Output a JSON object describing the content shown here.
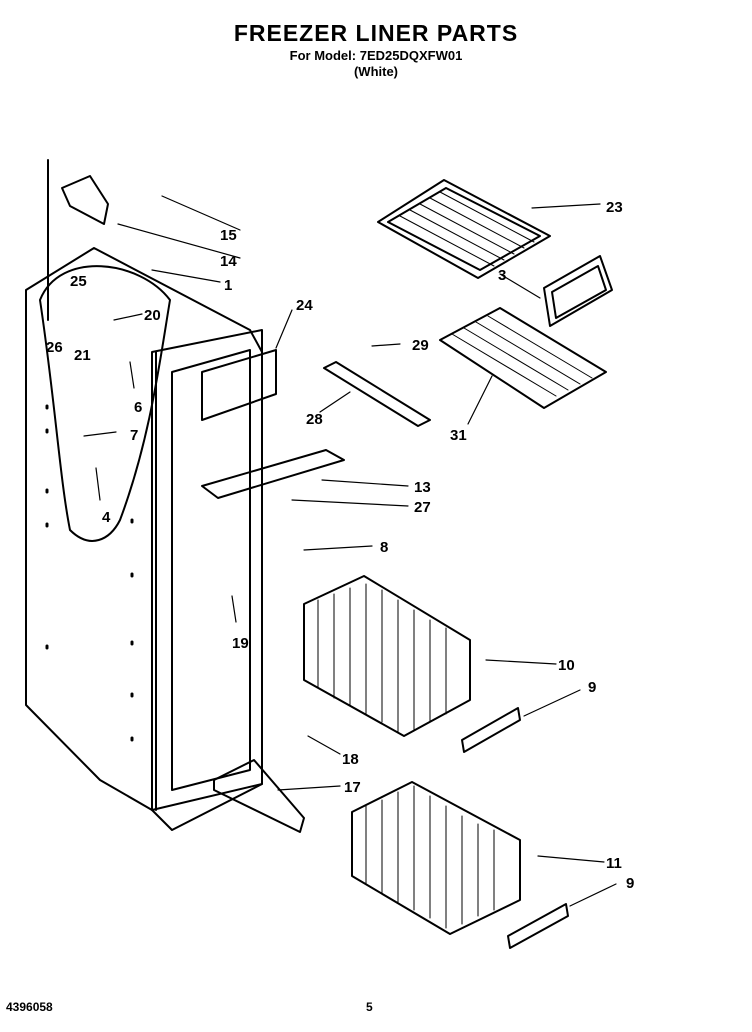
{
  "header": {
    "title": "FREEZER LINER PARTS",
    "model_line": "For Model: 7ED25DQXFW01",
    "color_line": "(White)"
  },
  "footer": {
    "doc_number": "4396058",
    "page_number": "5"
  },
  "callouts": [
    "23",
    "15",
    "14",
    "1",
    "25",
    "20",
    "26",
    "21",
    "6",
    "7",
    "4",
    "24",
    "3",
    "29",
    "28",
    "31",
    "13",
    "27",
    "8",
    "19",
    "10",
    "9",
    "18",
    "17",
    "11",
    "9"
  ]
}
